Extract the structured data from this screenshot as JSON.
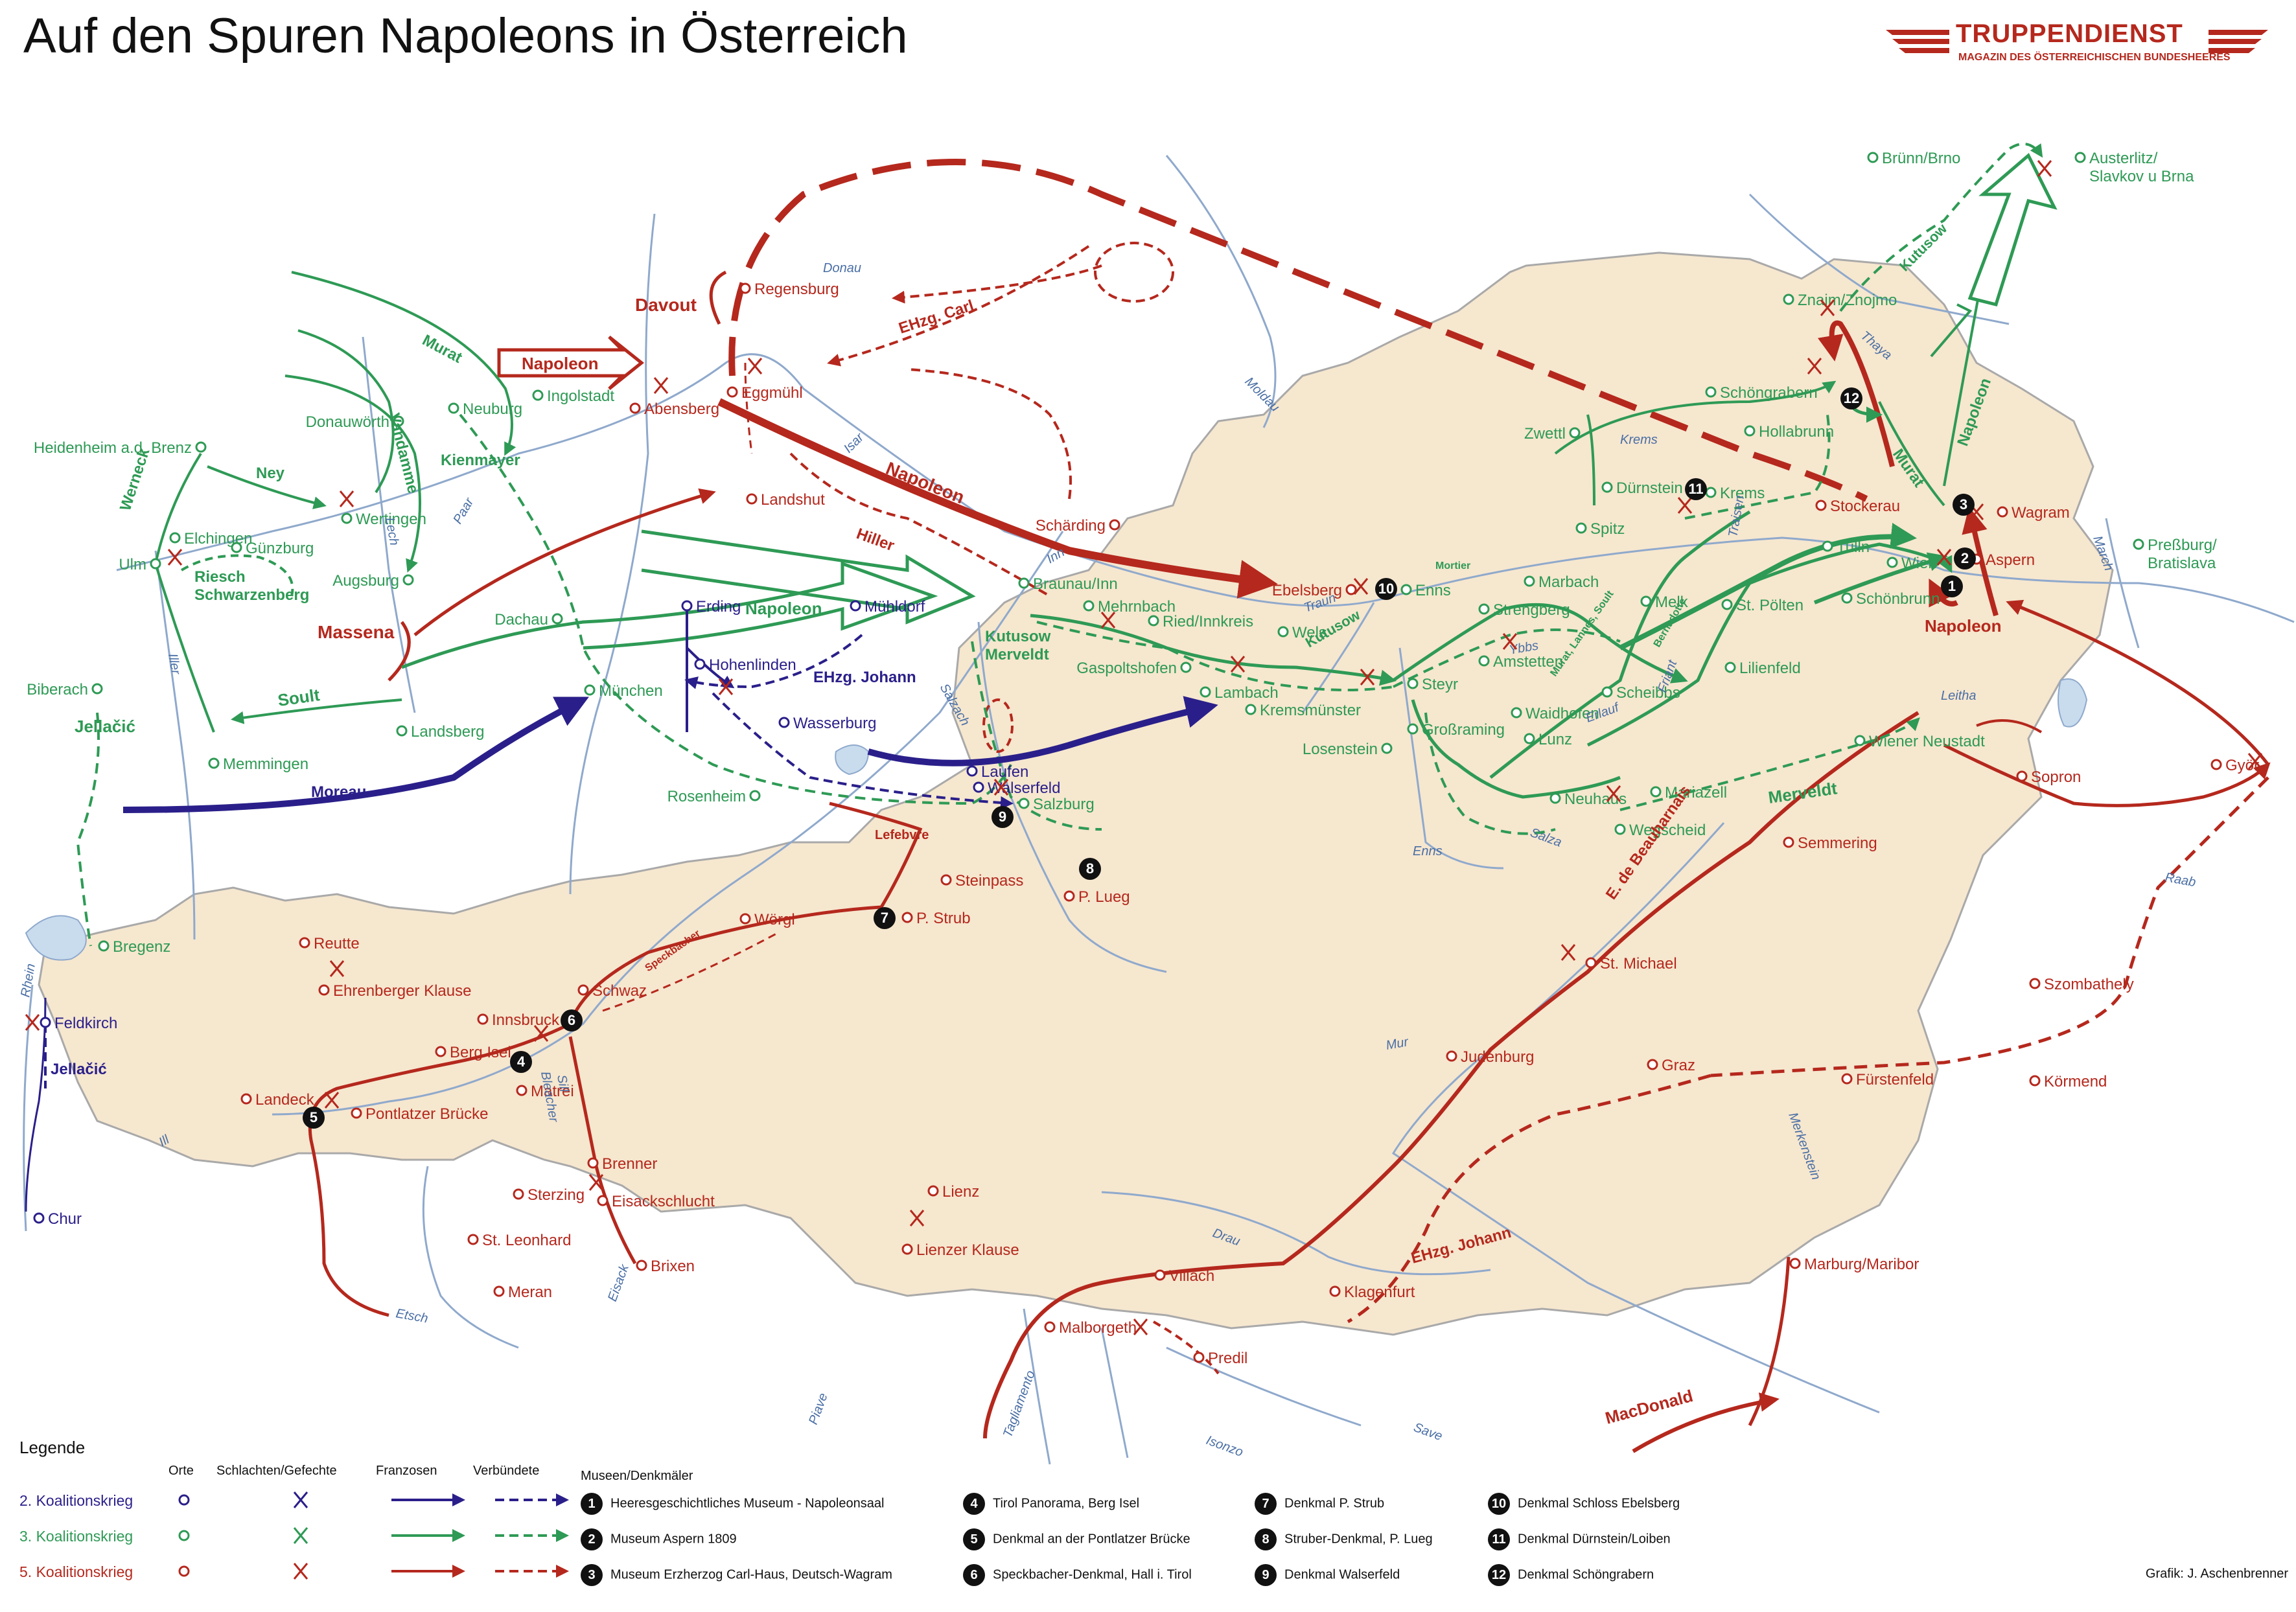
{
  "title": "Auf den Spuren Napoleons in Österreich",
  "logo": {
    "name": "TRUPPENDIENST",
    "subtitle": "MAGAZIN DES ÖSTERREICHISCHEN BUNDESHEERES"
  },
  "colors": {
    "war2": "#2a1f8a",
    "war3": "#2e9a55",
    "war5": "#b5281d",
    "land": "#f6e7cf",
    "river": "#8fa9cc"
  },
  "places": [
    {
      "id": "regensburg",
      "name": "Regensburg",
      "color": "red"
    },
    {
      "id": "abensberg",
      "name": "Abensberg",
      "color": "red"
    },
    {
      "id": "eggmuehl",
      "name": "Eggmühl",
      "color": "red"
    },
    {
      "id": "ingolstadt",
      "name": "Ingolstadt",
      "color": "green"
    },
    {
      "id": "neuburg",
      "name": "Neuburg",
      "color": "green"
    },
    {
      "id": "donauwoerth",
      "name": "Donauwörth",
      "color": "green"
    },
    {
      "id": "heidenheim",
      "name": "Heidenheim a.d. Brenz",
      "color": "green"
    },
    {
      "id": "wertingen",
      "name": "Wertingen",
      "color": "green"
    },
    {
      "id": "elchingen",
      "name": "Elchingen",
      "color": "green"
    },
    {
      "id": "guenzburg",
      "name": "Günzburg",
      "color": "green"
    },
    {
      "id": "ulm",
      "name": "Ulm",
      "color": "green"
    },
    {
      "id": "augsburg",
      "name": "Augsburg",
      "color": "green"
    },
    {
      "id": "landshut",
      "name": "Landshut",
      "color": "red"
    },
    {
      "id": "dachau",
      "name": "Dachau",
      "color": "green"
    },
    {
      "id": "erding",
      "name": "Erding",
      "color": "blue"
    },
    {
      "id": "muehldorf",
      "name": "Mühldorf",
      "color": "blue"
    },
    {
      "id": "muenchen",
      "name": "München",
      "color": "green"
    },
    {
      "id": "hohenlinden",
      "name": "Hohenlinden",
      "color": "blue"
    },
    {
      "id": "wasserburg",
      "name": "Wasserburg",
      "color": "blue"
    },
    {
      "id": "biberach",
      "name": "Biberach",
      "color": "green"
    },
    {
      "id": "memmingen",
      "name": "Memmingen",
      "color": "green"
    },
    {
      "id": "landsberg",
      "name": "Landsberg",
      "color": "green"
    },
    {
      "id": "rosenheim",
      "name": "Rosenheim",
      "color": "green"
    },
    {
      "id": "laufen",
      "name": "Laufen",
      "color": "blue"
    },
    {
      "id": "walserfeld",
      "name": "Walserfeld",
      "color": "blue"
    },
    {
      "id": "salzburg",
      "name": "Salzburg",
      "color": "green"
    },
    {
      "id": "braunau",
      "name": "Braunau/Inn",
      "color": "green"
    },
    {
      "id": "schaerding",
      "name": "Schärding",
      "color": "red"
    },
    {
      "id": "mehrnbach",
      "name": "Mehrnbach",
      "color": "green"
    },
    {
      "id": "ried",
      "name": "Ried/Innkreis",
      "color": "green"
    },
    {
      "id": "gaspoltshofen",
      "name": "Gaspoltshofen",
      "color": "green"
    },
    {
      "id": "lambach",
      "name": "Lambach",
      "color": "green"
    },
    {
      "id": "wels",
      "name": "Wels",
      "color": "green"
    },
    {
      "id": "ebelsberg",
      "name": "Ebelsberg",
      "color": "red"
    },
    {
      "id": "enns",
      "name": "Enns",
      "color": "green"
    },
    {
      "id": "strengberg",
      "name": "Strengberg",
      "color": "green"
    },
    {
      "id": "steyr",
      "name": "Steyr",
      "color": "green"
    },
    {
      "id": "kremsmuenster",
      "name": "Kremsmünster",
      "color": "green"
    },
    {
      "id": "losenstein",
      "name": "Losenstein",
      "color": "green"
    },
    {
      "id": "grossraming",
      "name": "Großraming",
      "color": "green"
    },
    {
      "id": "waidhofen",
      "name": "Waidhofen",
      "color": "green"
    },
    {
      "id": "lunz",
      "name": "Lunz",
      "color": "green"
    },
    {
      "id": "amstetten",
      "name": "Amstetten",
      "color": "green"
    },
    {
      "id": "marbach",
      "name": "Marbach",
      "color": "green"
    },
    {
      "id": "melk",
      "name": "Melk",
      "color": "green"
    },
    {
      "id": "scheibbs",
      "name": "Scheibbs",
      "color": "green"
    },
    {
      "id": "neuhaus",
      "name": "Neuhaus",
      "color": "green"
    },
    {
      "id": "mariazell",
      "name": "Mariazell",
      "color": "green"
    },
    {
      "id": "wegscheid",
      "name": "Wegscheid",
      "color": "green"
    },
    {
      "id": "lilienfeld",
      "name": "Lilienfeld",
      "color": "green"
    },
    {
      "id": "stpoelten",
      "name": "St. Pölten",
      "color": "green"
    },
    {
      "id": "spitz",
      "name": "Spitz",
      "color": "green"
    },
    {
      "id": "duernstein",
      "name": "Dürnstein",
      "color": "green"
    },
    {
      "id": "krems",
      "name": "Krems",
      "color": "green"
    },
    {
      "id": "zwettl",
      "name": "Zwettl",
      "color": "green"
    },
    {
      "id": "schoengrabern",
      "name": "Schöngrabern",
      "color": "green"
    },
    {
      "id": "hollabrunn",
      "name": "Hollabrunn",
      "color": "green"
    },
    {
      "id": "znaim",
      "name": "Znaim/Znojmo",
      "color": "green"
    },
    {
      "id": "bruenn",
      "name": "Brünn/Brno",
      "color": "green"
    },
    {
      "id": "austerlitz",
      "name": "Austerlitz/\nSlavkov u Brna",
      "color": "green"
    },
    {
      "id": "stockerau",
      "name": "Stockerau",
      "color": "red"
    },
    {
      "id": "wagram",
      "name": "Wagram",
      "color": "red"
    },
    {
      "id": "aspern",
      "name": "Aspern",
      "color": "red"
    },
    {
      "id": "wien",
      "name": "Wien",
      "color": "green"
    },
    {
      "id": "tulln",
      "name": "Tulln",
      "color": "green"
    },
    {
      "id": "schoenbrunn",
      "name": "Schönbrunn",
      "color": "green"
    },
    {
      "id": "pressburg",
      "name": "Preßburg/\nBratislava",
      "color": "green"
    },
    {
      "id": "wienerneustadt",
      "name": "Wiener Neustadt",
      "color": "green"
    },
    {
      "id": "sopron",
      "name": "Sopron",
      "color": "red"
    },
    {
      "id": "gyoer",
      "name": "Györ",
      "color": "red"
    },
    {
      "id": "semmering",
      "name": "Semmering",
      "color": "red"
    },
    {
      "id": "szombathely",
      "name": "Szombathely",
      "color": "red"
    },
    {
      "id": "koermend",
      "name": "Körmend",
      "color": "red"
    },
    {
      "id": "fuerstenfeld",
      "name": "Fürstenfeld",
      "color": "red"
    },
    {
      "id": "graz",
      "name": "Graz",
      "color": "red"
    },
    {
      "id": "stmichael",
      "name": "St. Michael",
      "color": "red"
    },
    {
      "id": "judenburg",
      "name": "Judenburg",
      "color": "red"
    },
    {
      "id": "marburg",
      "name": "Marburg/Maribor",
      "color": "red"
    },
    {
      "id": "klagenfurt",
      "name": "Klagenfurt",
      "color": "red"
    },
    {
      "id": "villach",
      "name": "Villach",
      "color": "red"
    },
    {
      "id": "malborgeth",
      "name": "Malborgeth",
      "color": "red"
    },
    {
      "id": "predil",
      "name": "Predil",
      "color": "red"
    },
    {
      "id": "lienz",
      "name": "Lienz",
      "color": "red"
    },
    {
      "id": "lienzerklause",
      "name": "Lienzer Klause",
      "color": "red"
    },
    {
      "id": "steinpass",
      "name": "Steinpass",
      "color": "red"
    },
    {
      "id": "plueg",
      "name": "P. Lueg",
      "color": "red"
    },
    {
      "id": "pstrub",
      "name": "P. Strub",
      "color": "red"
    },
    {
      "id": "woergl",
      "name": "Wörgl",
      "color": "red"
    },
    {
      "id": "schwaz",
      "name": "Schwaz",
      "color": "red"
    },
    {
      "id": "innsbruck",
      "name": "Innsbruck",
      "color": "red"
    },
    {
      "id": "bergisel",
      "name": "Berg Isel",
      "color": "red"
    },
    {
      "id": "matrei",
      "name": "Matrei",
      "color": "red"
    },
    {
      "id": "brenner",
      "name": "Brenner",
      "color": "red"
    },
    {
      "id": "sterzing",
      "name": "Sterzing",
      "color": "red"
    },
    {
      "id": "eisackschlucht",
      "name": "Eisackschlucht",
      "color": "red"
    },
    {
      "id": "stleonhard",
      "name": "St. Leonhard",
      "color": "red"
    },
    {
      "id": "brixen",
      "name": "Brixen",
      "color": "red"
    },
    {
      "id": "meran",
      "name": "Meran",
      "color": "red"
    },
    {
      "id": "landeck",
      "name": "Landeck",
      "color": "red"
    },
    {
      "id": "pontlatz",
      "name": "Pontlatzer Brücke",
      "color": "red"
    },
    {
      "id": "reutte",
      "name": "Reutte",
      "color": "red"
    },
    {
      "id": "ehrenberger",
      "name": "Ehrenberger Klause",
      "color": "red"
    },
    {
      "id": "bregenz",
      "name": "Bregenz",
      "color": "green"
    },
    {
      "id": "feldkirch",
      "name": "Feldkirch",
      "color": "blue"
    },
    {
      "id": "chur",
      "name": "Chur",
      "color": "blue"
    }
  ],
  "commanders": [
    {
      "id": "davout",
      "name": "Davout",
      "color": "red"
    },
    {
      "id": "napoleon_abensberg",
      "name": "Napoleon",
      "color": "red"
    },
    {
      "id": "ehzg_carl",
      "name": "EHzg. Carl",
      "color": "red"
    },
    {
      "id": "napoleon_red",
      "name": "Napoleon",
      "color": "red"
    },
    {
      "id": "hiller",
      "name": "Hiller",
      "color": "red"
    },
    {
      "id": "massena",
      "name": "Massena",
      "color": "red"
    },
    {
      "id": "murat_west",
      "name": "Murat",
      "color": "green"
    },
    {
      "id": "vandamme",
      "name": "Vandamme",
      "color": "green"
    },
    {
      "id": "kienmayer",
      "name": "Kienmayer",
      "color": "green"
    },
    {
      "id": "ney",
      "name": "Ney",
      "color": "green"
    },
    {
      "id": "werneck",
      "name": "Werneck",
      "color": "green"
    },
    {
      "id": "riesch",
      "name": "Riesch\nSchwarzenberg",
      "color": "green"
    },
    {
      "id": "soult",
      "name": "Soult",
      "color": "green"
    },
    {
      "id": "jellacic_green",
      "name": "Jellačić",
      "color": "green"
    },
    {
      "id": "napoleon_green",
      "name": "Napoleon",
      "color": "green"
    },
    {
      "id": "kutusow_merveldt",
      "name": "Kutusow\nMerveldt",
      "color": "green"
    },
    {
      "id": "kutusow_enns",
      "name": "Kutusow",
      "color": "green"
    },
    {
      "id": "mortier",
      "name": "Mortier",
      "color": "green"
    },
    {
      "id": "murat_lannes",
      "name": "Murat, Lannes, Soult",
      "color": "green"
    },
    {
      "id": "bernadotte",
      "name": "Bernadotte",
      "color": "green"
    },
    {
      "id": "merveldt",
      "name": "Merveldt",
      "color": "green"
    },
    {
      "id": "murat_east",
      "name": "Murat",
      "color": "green"
    },
    {
      "id": "napoleon_north",
      "name": "Napoleon",
      "color": "green"
    },
    {
      "id": "kutusow_north",
      "name": "Kutusow",
      "color": "green"
    },
    {
      "id": "napoleon_wien",
      "name": "Napoleon",
      "color": "red"
    },
    {
      "id": "ehzg_johann_blue",
      "name": "EHzg. Johann",
      "color": "blue"
    },
    {
      "id": "moreau",
      "name": "Moreau",
      "color": "blue"
    },
    {
      "id": "jellacic_blue",
      "name": "Jellačić",
      "color": "blue"
    },
    {
      "id": "lefebvre",
      "name": "Lefebvre",
      "color": "red"
    },
    {
      "id": "speckbacher",
      "name": "Speckbacher",
      "color": "red"
    },
    {
      "id": "e_beauharnais",
      "name": "E. de Beauharnais",
      "color": "red"
    },
    {
      "id": "ehzg_johann_red",
      "name": "EHzg. Johann",
      "color": "red"
    },
    {
      "id": "macdonald",
      "name": "MacDonald",
      "color": "red"
    }
  ],
  "rivers": [
    "Donau",
    "Isar",
    "Moldau",
    "Lech",
    "Paar",
    "Iller",
    "Inn",
    "Salzach",
    "Traun",
    "Enns",
    "Ybbs",
    "Erlauf",
    "Traisen",
    "Krems",
    "Thaya",
    "March",
    "Leitha",
    "Raab",
    "Mur",
    "Drau",
    "Save",
    "Isonzo",
    "Tagliamento",
    "Piave",
    "Etsch",
    "Eisack",
    "Rhein",
    "Ill",
    "Salza",
    "Bleacher",
    "Sill",
    "Merkenstein",
    "Friant"
  ],
  "museum_markers": [
    "1",
    "2",
    "3",
    "4",
    "5",
    "6",
    "7",
    "8",
    "9",
    "10",
    "11",
    "12"
  ],
  "legend": {
    "title": "Legende",
    "col_orte": "Orte",
    "col_schlachten": "Schlachten/Gefechte",
    "col_franzosen": "Franzosen",
    "col_verbuendete": "Verbündete",
    "col_museen": "Museen/Denkmäler",
    "wars": [
      {
        "label": "2. Koalitionskrieg",
        "color": "#2a1f8a"
      },
      {
        "label": "3. Koalitionskrieg",
        "color": "#2e9a55"
      },
      {
        "label": "5. Koalitionskrieg",
        "color": "#b5281d"
      }
    ],
    "museums": [
      {
        "n": "1",
        "label": "Heeresgeschichtliches Museum - Napoleonsaal"
      },
      {
        "n": "2",
        "label": "Museum Aspern 1809"
      },
      {
        "n": "3",
        "label": "Museum Erzherzog Carl-Haus, Deutsch-Wagram"
      },
      {
        "n": "4",
        "label": "Tirol Panorama, Berg Isel"
      },
      {
        "n": "5",
        "label": "Denkmal an der Pontlatzer Brücke"
      },
      {
        "n": "6",
        "label": "Speckbacher-Denkmal, Hall i. Tirol"
      },
      {
        "n": "7",
        "label": "Denkmal P. Strub"
      },
      {
        "n": "8",
        "label": "Struber-Denkmal, P. Lueg"
      },
      {
        "n": "9",
        "label": "Denkmal Walserfeld"
      },
      {
        "n": "10",
        "label": "Denkmal Schloss Ebelsberg"
      },
      {
        "n": "11",
        "label": "Denkmal Dürnstein/Loiben"
      },
      {
        "n": "12",
        "label": "Denkmal Schöngrabern"
      }
    ]
  },
  "credit": "Grafik: J. Aschenbrenner"
}
